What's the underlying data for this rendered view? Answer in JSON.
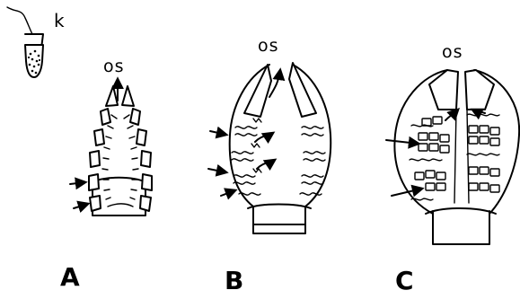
{
  "labels": {
    "k": "k",
    "os_a": "os",
    "os_b": "os",
    "os_c": "os",
    "panel_a": "A",
    "panel_b": "B",
    "panel_c": "C"
  }
}
